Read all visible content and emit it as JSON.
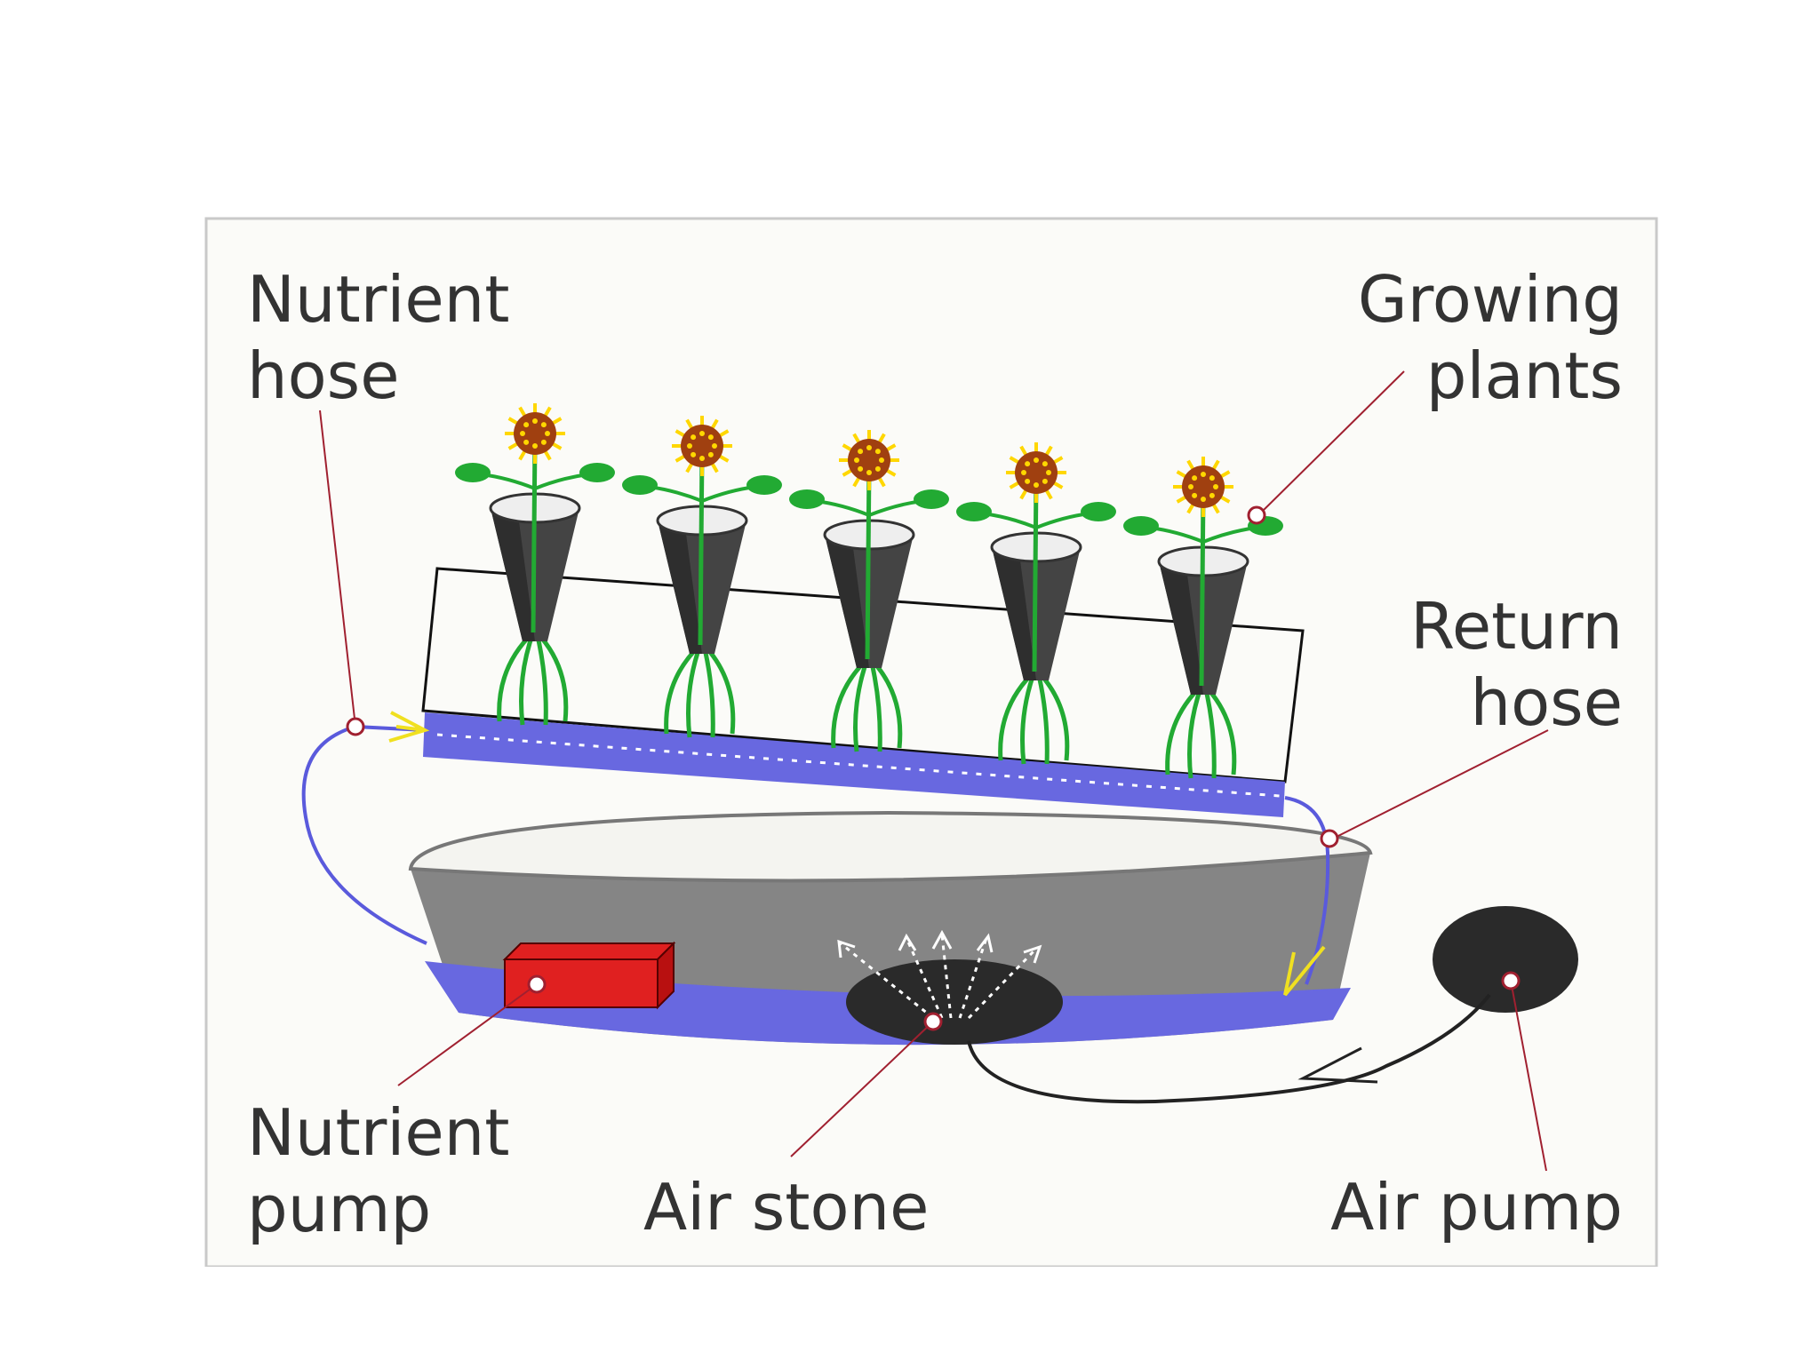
{
  "labels": {
    "nutrient_hose": [
      "Nutrient",
      "hose"
    ],
    "growing_plants": [
      "Growing",
      "plants"
    ],
    "return_hose": [
      "Return",
      "hose"
    ],
    "nutrient_pump": [
      "Nutrient",
      "pump"
    ],
    "air_stone": "Air stone",
    "air_pump": "Air pump"
  },
  "colors": {
    "frame": "#c9c9c9",
    "panel": "#fbfbf8",
    "label_text": "#333333",
    "leader_line": "#a02030",
    "water": "#6868e0",
    "reservoir": "#858585",
    "pot": "#444444",
    "stem": "#22aa33",
    "flower_center": "#a04010",
    "petals": "#ffd700",
    "pump": "#e02020",
    "air_stone": "#2a2a2a",
    "flow_arrow": "#f0e020"
  }
}
